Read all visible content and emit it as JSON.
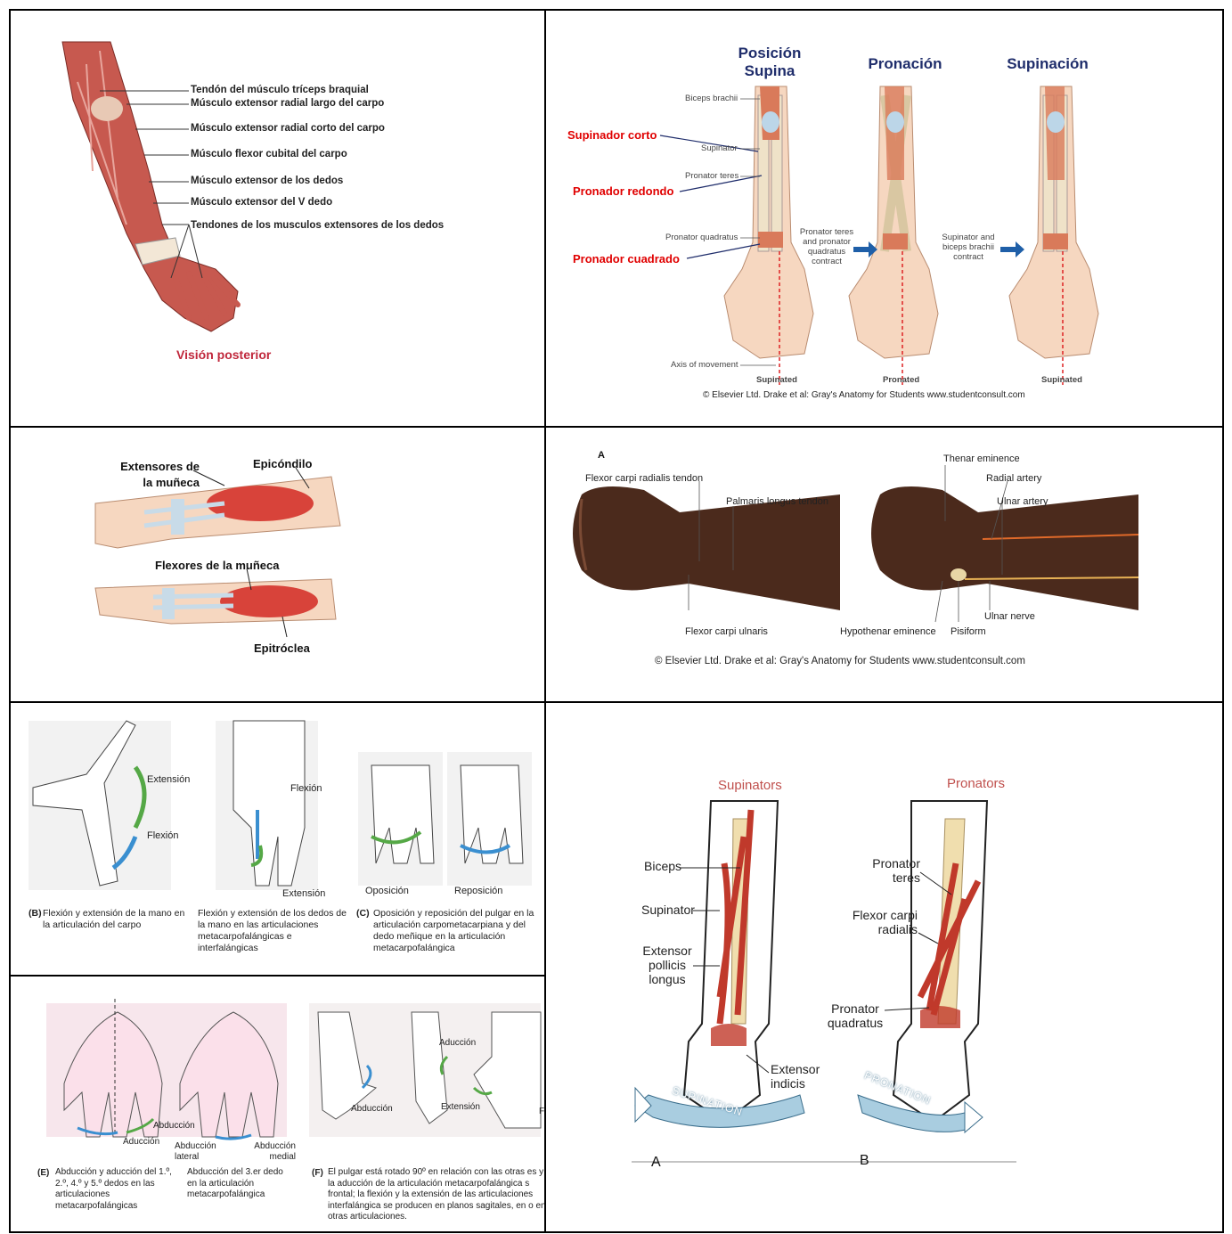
{
  "panel1": {
    "labels": [
      "Tendón del músculo tríceps braquial",
      "Músculo extensor radial largo del carpo",
      "Músculo extensor radial corto del carpo",
      "Músculo flexor cubital del carpo",
      "Músculo extensor de los dedos",
      "Músculo extensor del V dedo",
      "Tendones de los musculos extensores de los dedos"
    ],
    "caption": "Visión posterior",
    "colors": {
      "muscle": "#c7594f",
      "caption": "#c0283c"
    }
  },
  "panel2": {
    "headers": [
      "Posición Supina",
      "Pronación",
      "Supinación"
    ],
    "red_labels": [
      "Supinador corto",
      "Pronador redondo",
      "Pronador  cuadrado"
    ],
    "gray_labels": [
      "Biceps brachii",
      "Supinator",
      "Pronator teres",
      "Pronator quadratus",
      "Axis of movement"
    ],
    "contract_notes": [
      "Pronator teres and pronator quadratus contract",
      "Supinator and biceps brachii contract"
    ],
    "bottom_labels": [
      "Supinated",
      "Pronated",
      "Supinated"
    ],
    "credit": "© Elsevier Ltd. Drake et al: Gray's Anatomy for Students www.studentconsult.com",
    "colors": {
      "header": "#1f2d6b",
      "red_label": "#e00000",
      "arrow": "#1f5fa8"
    }
  },
  "panel3": {
    "labels": [
      "Extensores de la muñeca",
      "Epicóndilo",
      "Flexores de la muñeca",
      "Epitróclea"
    ]
  },
  "panel4": {
    "letter": "A",
    "labels_left": [
      "Flexor carpi radialis tendon",
      "Palmaris longus tendon",
      "Flexor carpi ulnaris"
    ],
    "labels_right": [
      "Thenar eminence",
      "Radial artery",
      "Ulnar artery",
      "Ulnar nerve",
      "Hypothenar eminence",
      "Pisiform"
    ],
    "credit": "© Elsevier Ltd. Drake et al: Gray's Anatomy for Students www.studentconsult.com"
  },
  "panel5": {
    "labels": [
      "Extensión",
      "Flexión",
      "Flexión",
      "Extensión",
      "Oposición",
      "Reposición"
    ],
    "captions": [
      {
        "letter": "(B)",
        "text": "Flexión y extensión de la mano en la articulación del carpo"
      },
      {
        "letter": "",
        "text": "Flexión y extensión de los dedos de la mano en las articulaciones metacarpofalángicas e interfalángicas"
      },
      {
        "letter": "(C)",
        "text": "Oposición y reposición del pulgar en la articulación carpometacarpiana y del dedo meñique en la articulación metacarpofalángica"
      }
    ]
  },
  "panel6": {
    "labels": [
      "Abducción",
      "Aducción",
      "Abducción lateral",
      "Abducción medial",
      "Abducción",
      "Aducción",
      "Extensión",
      "F"
    ],
    "captions": [
      {
        "letter": "(E)",
        "text": "Abducción y aducción del 1.º, 2.º, 4.º y 5.º dedos en las articulaciones metacarpofalángicas"
      },
      {
        "letter": "",
        "text": "Abducción del 3.er dedo en la articulación metacarpofalángica"
      },
      {
        "letter": "(F)",
        "text": "El pulgar está rotado 90º en relación con las otras es y la aducción de la articulación metacarpofalángica s frontal; la flexión y la extensión de las articulaciones interfalángica se producen en planos sagitales, en o en otras articulaciones."
      }
    ]
  },
  "panel7": {
    "titles": [
      "Supinators",
      "Pronators"
    ],
    "labels_a": [
      "Biceps",
      "Supinator",
      "Extensor pollicis longus",
      "Extensor indicis"
    ],
    "labels_b": [
      "Pronator teres",
      "Flexor carpi radialis",
      "Pronator quadratus"
    ],
    "band_a": "SUPINATION",
    "band_b": "PRONATION",
    "letters": [
      "A",
      "B"
    ],
    "colors": {
      "title": "#c0504d",
      "band": "#a9cde0",
      "muscle": "#c0392b",
      "bone": "#f0deae"
    }
  }
}
